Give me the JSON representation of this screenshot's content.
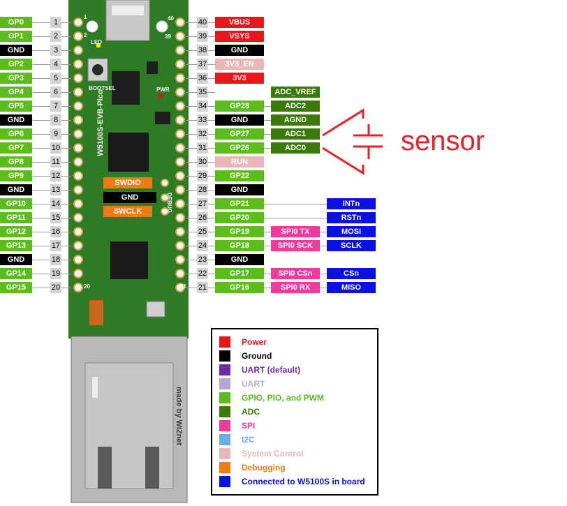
{
  "colors": {
    "power": "#e8151b",
    "ground": "#000000",
    "uart_default": "#6f2aa8",
    "uart": "#b8a6d6",
    "gpio": "#5bbd1c",
    "adc": "#3a7a0b",
    "spi": "#ee3a9c",
    "i2c": "#6aaee8",
    "system_control": "#e8b8b8",
    "debugging": "#f07a14",
    "w5100s": "#0a10e0",
    "board": "#2f7a24",
    "sensor": "#e8202a"
  },
  "pins": [
    {
      "num": "1",
      "label": "GP0",
      "type": "gpio"
    },
    {
      "num": "2",
      "label": "GP1",
      "type": "gpio"
    },
    {
      "num": "3",
      "label": "GND",
      "type": "ground"
    },
    {
      "num": "4",
      "label": "GP2",
      "type": "gpio"
    },
    {
      "num": "5",
      "label": "GP3",
      "type": "gpio"
    },
    {
      "num": "6",
      "label": "GP4",
      "type": "gpio"
    },
    {
      "num": "7",
      "label": "GP5",
      "type": "gpio"
    },
    {
      "num": "8",
      "label": "GND",
      "type": "ground"
    },
    {
      "num": "9",
      "label": "GP6",
      "type": "gpio"
    },
    {
      "num": "10",
      "label": "GP7",
      "type": "gpio"
    },
    {
      "num": "11",
      "label": "GP8",
      "type": "gpio"
    },
    {
      "num": "12",
      "label": "GP9",
      "type": "gpio"
    },
    {
      "num": "13",
      "label": "GND",
      "type": "ground"
    },
    {
      "num": "14",
      "label": "GP10",
      "type": "gpio"
    },
    {
      "num": "15",
      "label": "GP11",
      "type": "gpio"
    },
    {
      "num": "16",
      "label": "GP12",
      "type": "gpio"
    },
    {
      "num": "17",
      "label": "GP13",
      "type": "gpio"
    },
    {
      "num": "18",
      "label": "GND",
      "type": "ground"
    },
    {
      "num": "19",
      "label": "GP14",
      "type": "gpio"
    },
    {
      "num": "20",
      "label": "GP15",
      "type": "gpio"
    }
  ],
  "right_pins": [
    {
      "num": "40",
      "labels": [
        {
          "text": "VBUS",
          "type": "power"
        }
      ]
    },
    {
      "num": "39",
      "labels": [
        {
          "text": "VSYS",
          "type": "power"
        }
      ]
    },
    {
      "num": "38",
      "labels": [
        {
          "text": "GND",
          "type": "ground"
        }
      ]
    },
    {
      "num": "37",
      "labels": [
        {
          "text": "3V3_EN",
          "type": "system_control"
        }
      ]
    },
    {
      "num": "36",
      "labels": [
        {
          "text": "3V3",
          "type": "power"
        }
      ]
    },
    {
      "num": "35",
      "labels": [
        {
          "text": "ADC_VREF",
          "type": "adc"
        }
      ]
    },
    {
      "num": "34",
      "labels": [
        {
          "text": "GP28",
          "type": "gpio"
        },
        {
          "text": "ADC2",
          "type": "adc"
        }
      ]
    },
    {
      "num": "33",
      "labels": [
        {
          "text": "GND",
          "type": "ground"
        },
        {
          "text": "AGND",
          "type": "adc"
        }
      ]
    },
    {
      "num": "32",
      "labels": [
        {
          "text": "GP27",
          "type": "gpio"
        },
        {
          "text": "ADC1",
          "type": "adc"
        }
      ]
    },
    {
      "num": "31",
      "labels": [
        {
          "text": "GP26",
          "type": "gpio"
        },
        {
          "text": "ADC0",
          "type": "adc"
        }
      ]
    },
    {
      "num": "30",
      "labels": [
        {
          "text": "RUN",
          "type": "system_control"
        }
      ]
    },
    {
      "num": "29",
      "labels": [
        {
          "text": "GP22",
          "type": "gpio"
        }
      ]
    },
    {
      "num": "28",
      "labels": [
        {
          "text": "GND",
          "type": "ground"
        }
      ]
    },
    {
      "num": "27",
      "labels": [
        {
          "text": "GP21",
          "type": "gpio"
        },
        {
          "text": "",
          "type": "line"
        },
        {
          "text": "INTn",
          "type": "w5100s"
        }
      ]
    },
    {
      "num": "26",
      "labels": [
        {
          "text": "GP20",
          "type": "gpio"
        },
        {
          "text": "",
          "type": "line"
        },
        {
          "text": "RSTn",
          "type": "w5100s"
        }
      ]
    },
    {
      "num": "25",
      "labels": [
        {
          "text": "GP19",
          "type": "gpio"
        },
        {
          "text": "SPI0 TX",
          "type": "spi"
        },
        {
          "text": "MOSI",
          "type": "w5100s"
        }
      ]
    },
    {
      "num": "24",
      "labels": [
        {
          "text": "GP18",
          "type": "gpio"
        },
        {
          "text": "SPI0 SCK",
          "type": "spi"
        },
        {
          "text": "SCLK",
          "type": "w5100s"
        }
      ]
    },
    {
      "num": "23",
      "labels": [
        {
          "text": "GND",
          "type": "ground"
        }
      ]
    },
    {
      "num": "22",
      "labels": [
        {
          "text": "GP17",
          "type": "gpio"
        },
        {
          "text": "SPI0 CSn",
          "type": "spi"
        },
        {
          "text": "CSn",
          "type": "w5100s"
        }
      ]
    },
    {
      "num": "21",
      "labels": [
        {
          "text": "GP16",
          "type": "gpio"
        },
        {
          "text": "SPI0 RX",
          "type": "spi"
        },
        {
          "text": "MISO",
          "type": "w5100s"
        }
      ]
    }
  ],
  "debug_pins": [
    {
      "label": "SWDIO",
      "type": "debugging"
    },
    {
      "label": "GND",
      "type": "ground"
    },
    {
      "label": "SWCLK",
      "type": "debugging"
    }
  ],
  "board": {
    "name": "W5100S-EVB-Pico",
    "maker": "made by WIZnet",
    "corner_marks": [
      "1",
      "2",
      "39",
      "40",
      "20",
      "21"
    ],
    "bootsel": "BOOTSEL",
    "led": "LED",
    "pwr": "PWR",
    "debug": "DEBUG"
  },
  "annotation": {
    "text": "sensor"
  },
  "legend": [
    {
      "label": "Power",
      "type": "power"
    },
    {
      "label": "Ground",
      "type": "ground"
    },
    {
      "label": "UART  (default)",
      "type": "uart_default"
    },
    {
      "label": "UART",
      "type": "uart"
    },
    {
      "label": "GPIO, PIO, and PWM",
      "type": "gpio"
    },
    {
      "label": "ADC",
      "type": "adc"
    },
    {
      "label": "SPI",
      "type": "spi"
    },
    {
      "label": "I2C",
      "type": "i2c"
    },
    {
      "label": "System Control",
      "type": "system_control"
    },
    {
      "label": "Debugging",
      "type": "debugging"
    },
    {
      "label": "Connected to W5100S in board",
      "type": "w5100s"
    }
  ]
}
